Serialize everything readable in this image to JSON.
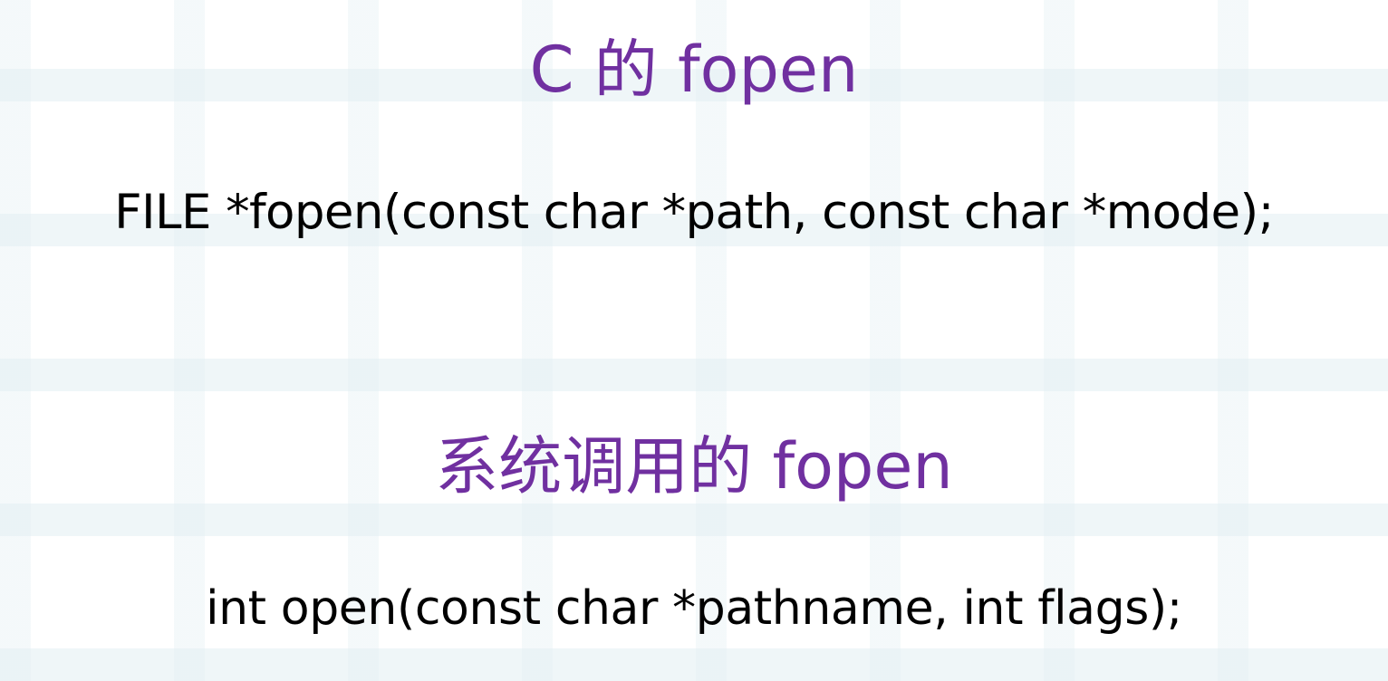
{
  "slide": {
    "accent_color": "#7030a0",
    "sections": [
      {
        "heading": "C 的 fopen",
        "signature": "FILE *fopen(const char *path, const char *mode);"
      },
      {
        "heading": "系统调用的 fopen",
        "signature": "int open(const char *pathname, int flags);"
      }
    ]
  }
}
